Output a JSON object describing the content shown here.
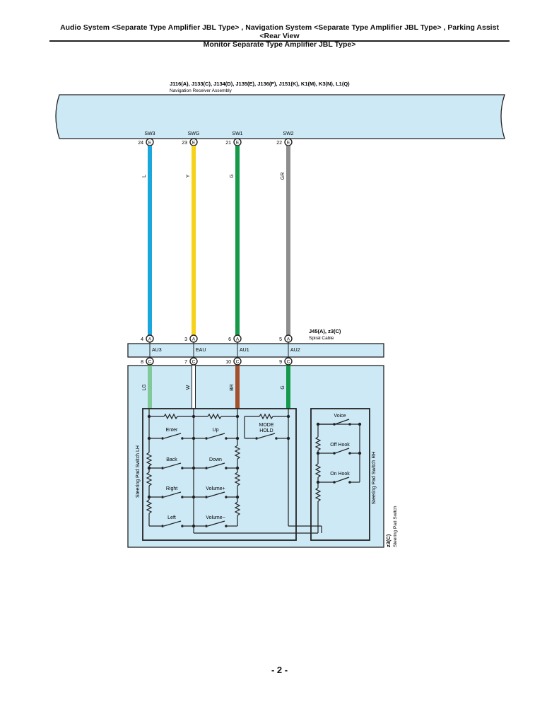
{
  "header": {
    "line1": "Audio System <Separate Type Amplifier JBL Type> , Navigation System <Separate Type Amplifier JBL Type> , Parking Assist <Rear View",
    "line2": "Monitor Separate Type Amplifier JBL Type>"
  },
  "receiver": {
    "codes": "J116(A), J133(C), J134(D), J135(E), J136(F), J151(K), K1(M), K3(N), L1(Q)",
    "name": "Navigation Receiver Assembly",
    "pins": [
      {
        "term": "SW3",
        "num": "24",
        "letter": "E",
        "wire": "L",
        "color": "#1aa7dc"
      },
      {
        "term": "SWG",
        "num": "23",
        "letter": "E",
        "wire": "Y",
        "color": "#f6d21b"
      },
      {
        "term": "SW1",
        "num": "21",
        "letter": "E",
        "wire": "G",
        "color": "#159a4a"
      },
      {
        "term": "SW2",
        "num": "22",
        "letter": "E",
        "wire": "GR",
        "color": "#8e8e8e"
      }
    ]
  },
  "spiral": {
    "codes": "J45(A), z3(C)",
    "name": "Spiral Cable",
    "top_pins": [
      {
        "num": "4",
        "letter": "A"
      },
      {
        "num": "3",
        "letter": "A"
      },
      {
        "num": "6",
        "letter": "A"
      },
      {
        "num": "5",
        "letter": "A"
      }
    ],
    "terms": [
      "AU3",
      "EAU",
      "AU1",
      "AU2"
    ],
    "bottom_pins": [
      {
        "num": "8",
        "letter": "C",
        "wire": "LG",
        "color": "#82c99a"
      },
      {
        "num": "7",
        "letter": "C",
        "wire": "W",
        "color": "#ffffff"
      },
      {
        "num": "10",
        "letter": "C",
        "wire": "BR",
        "color": "#a4502a"
      },
      {
        "num": "9",
        "letter": "C",
        "wire": "G",
        "color": "#159a4a"
      }
    ]
  },
  "steering": {
    "code": "z3(C)",
    "name": "Steering Pad Switch",
    "lh_label": "Steering Pad Switch LH",
    "rh_label": "Steering Pad Switch RH",
    "lh_switches": [
      "Enter",
      "Up",
      "Back",
      "Down",
      "Right",
      "Volume+",
      "Left",
      "Volume−"
    ],
    "mode": [
      "MODE",
      "HOLD"
    ],
    "rh_switches": [
      "Voice",
      "Off Hook",
      "On Hook"
    ]
  },
  "page": {
    "number": "- 2 -"
  }
}
